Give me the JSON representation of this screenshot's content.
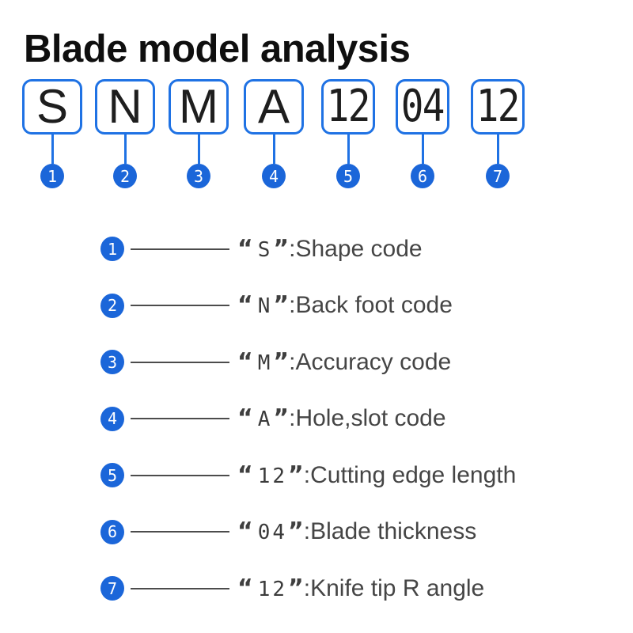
{
  "title": "Blade model analysis",
  "colors": {
    "blue": "#1b66d9",
    "border": "#1f72e4",
    "title": "#0f0f0f",
    "text": "#454545",
    "line": "#4c4c4c"
  },
  "punct": {
    "open": "“",
    "close": "”",
    "colon": ":"
  },
  "segments": [
    {
      "num": "1",
      "code": "S",
      "desc": "Shape code"
    },
    {
      "num": "2",
      "code": "N",
      "desc": "Back foot code"
    },
    {
      "num": "3",
      "code": "M",
      "desc": "Accuracy code"
    },
    {
      "num": "4",
      "code": "A",
      "desc": "Hole,slot code"
    },
    {
      "num": "5",
      "code": "12",
      "desc": "Cutting edge length"
    },
    {
      "num": "6",
      "code": "04",
      "desc": "Blade thickness"
    },
    {
      "num": "7",
      "code": "12",
      "desc": "Knife tip R angle"
    }
  ]
}
